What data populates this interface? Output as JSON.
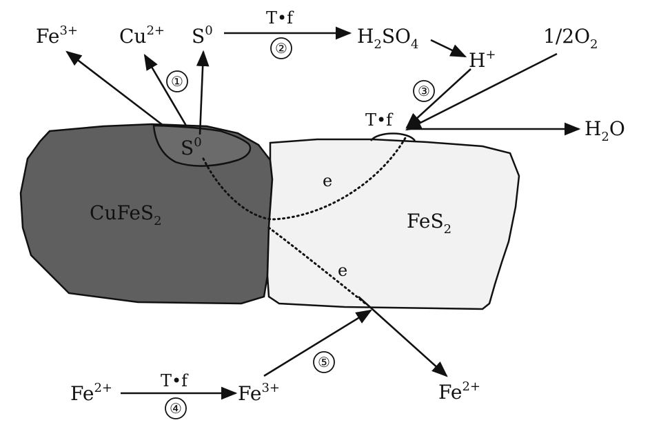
{
  "colors": {
    "chalcopyrite": "#5f5f5f",
    "pyrite": "#f2f2f2",
    "ink": "#111111"
  },
  "minerals": {
    "left": "CuFeS",
    "left_sub": "2",
    "right": "FeS",
    "right_sub": "2"
  },
  "surface_s": {
    "base": "S",
    "sup": "0"
  },
  "top": {
    "fe3": {
      "base": "Fe",
      "sup": "3+"
    },
    "cu2": {
      "base": "Cu",
      "sup": "2+"
    },
    "s0": {
      "base": "S",
      "sup": "0"
    },
    "h2so4": {
      "a": "H",
      "a_sub": "2",
      "b": "SO",
      "b_sub": "4"
    },
    "hplus": {
      "base": "H",
      "sup": "+"
    },
    "o2": {
      "pre": "1/2O",
      "sub": "2"
    },
    "h2o": {
      "a": "H",
      "a_sub": "2",
      "b": "O"
    }
  },
  "bottom": {
    "fe2_left": {
      "base": "Fe",
      "sup": "2+"
    },
    "fe3": {
      "base": "Fe",
      "sup": "3+"
    },
    "fe2_right": {
      "base": "Fe",
      "sup": "2+"
    }
  },
  "tf_label": "T•f",
  "electron": "e",
  "steps": [
    "①",
    "②",
    "③",
    "④",
    "⑤"
  ]
}
